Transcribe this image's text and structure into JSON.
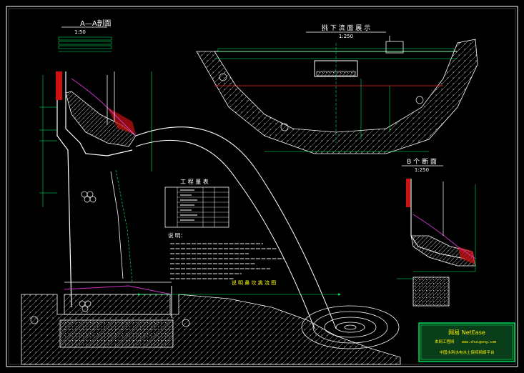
{
  "colors": {
    "background": "#000000",
    "frame": "#ffffff",
    "structure": "#ffffff",
    "dimension": "#00ff66",
    "elevation": "#ffff00",
    "section_mark": "#ffffff",
    "concrete_fill": "#cc1111",
    "trajectory": "#ffffff",
    "water_line": "#cc33cc",
    "hatch": "#bbbbbb",
    "red_line": "#ff2222",
    "badge_bg": "#0a3d1a",
    "badge_border": "#00ff66",
    "badge_text": "#ffee00"
  },
  "views": {
    "section_aa": {
      "title": "A—A剖面",
      "scale": "1:50"
    },
    "downstream_elevation": {
      "title": "挑 下 流 面 展 示",
      "scale": "1:250"
    },
    "section_bb": {
      "title": "B 个 断 面",
      "scale": "1:250"
    }
  },
  "table": {
    "title": "工 程 量 表"
  },
  "notes": {
    "title": "说  明：",
    "footer": "说 明 鼻 坎 挑 流 图"
  },
  "badge": {
    "line1": "网易 NetEase",
    "line2_left": "本网工程网",
    "line2_right": "www.shuigong.com",
    "line3": "中国水利水电水土保持网络平台"
  },
  "icons": {
    "section_arrow": "section-arrow-icon",
    "elevation_marker": "elevation-triangle-icon",
    "boulder": "boulder-cluster-icon"
  }
}
